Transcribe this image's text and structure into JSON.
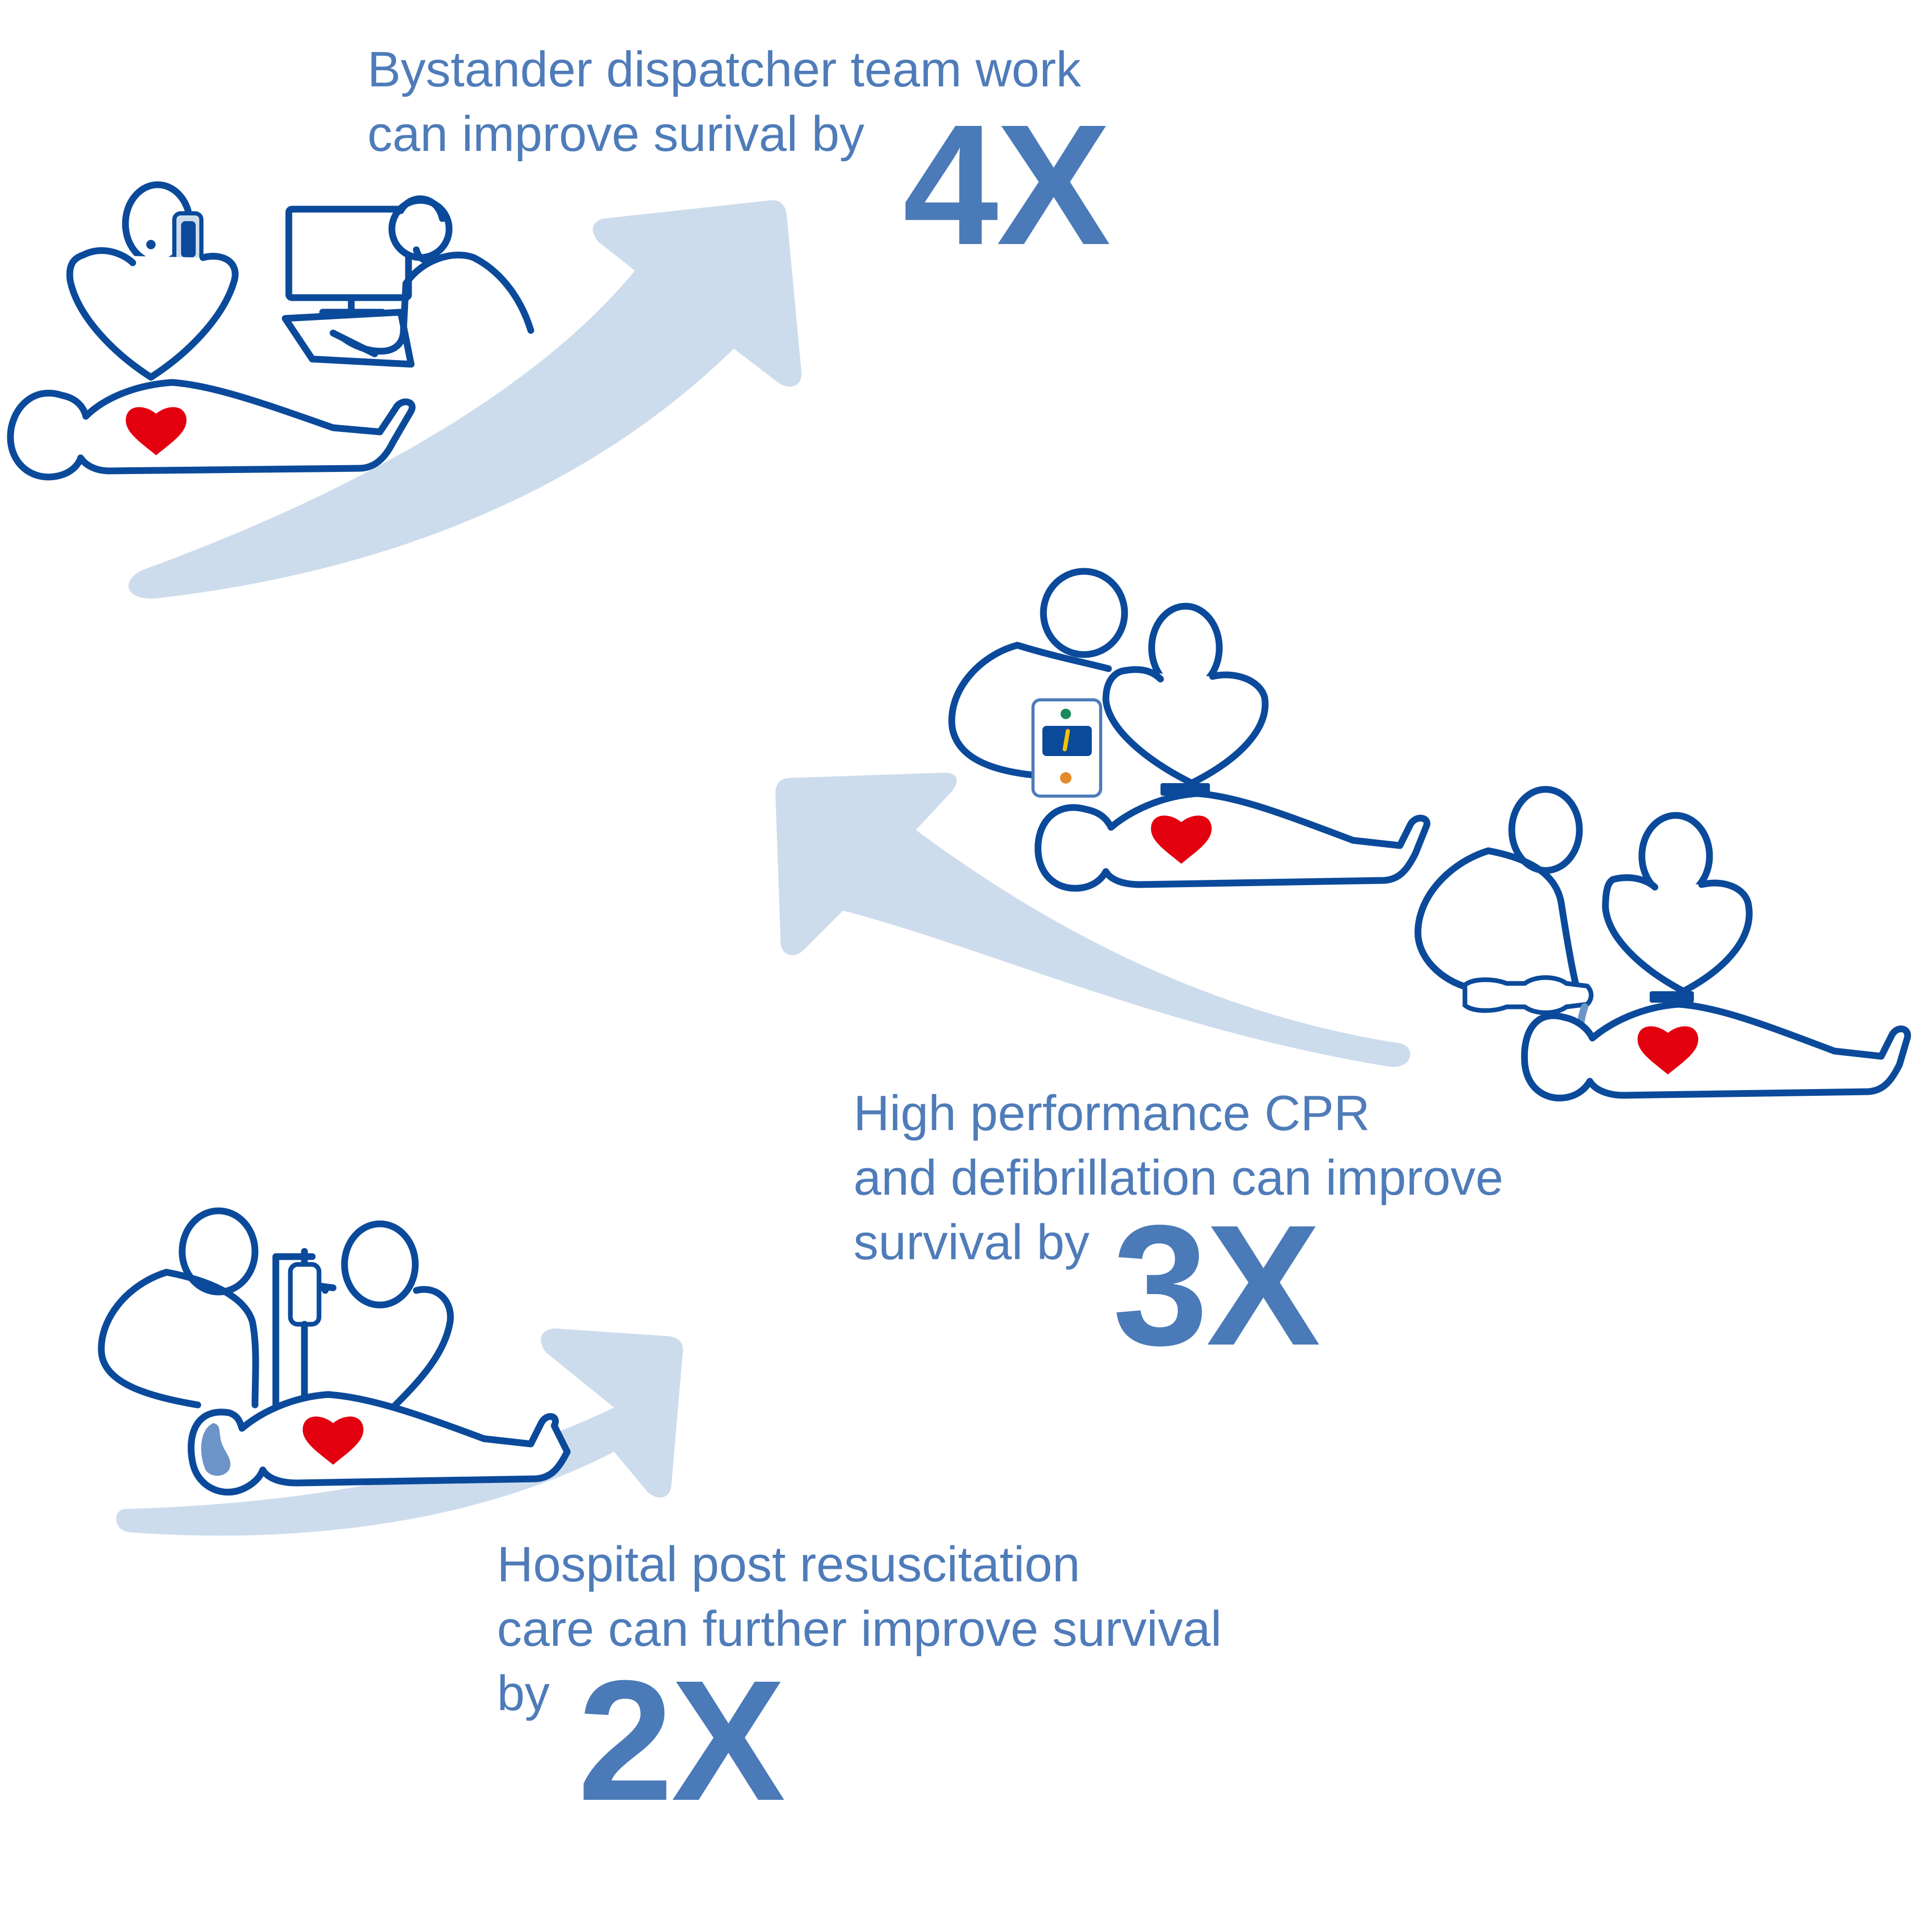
{
  "colors": {
    "text": "#4f7cb9",
    "multiplier": "#4a7ab8",
    "outline": "#0b4a9b",
    "arrow": "#cddcec",
    "heart": "#e3000f"
  },
  "steps": [
    {
      "lines": [
        "Bystander dispatcher team work",
        "can improve surival by"
      ],
      "multiplier": "4X",
      "icon": "bystander-phone-dispatcher-icon"
    },
    {
      "lines": [
        "High performance CPR",
        "and defibrillation can improve",
        "survival by"
      ],
      "multiplier": "3X",
      "icon": "cpr-defibrillation-team-icon"
    },
    {
      "lines": [
        "Hospital post resuscitation",
        "care can further improve survival",
        "by"
      ],
      "multiplier": "2X",
      "icon": "hospital-care-icon"
    }
  ]
}
